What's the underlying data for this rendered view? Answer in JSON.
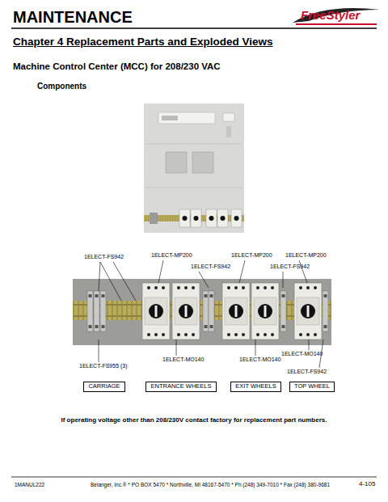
{
  "diagram": {
    "title": "MAINTENANCE",
    "caption": "If operating voltage other than 208/230V contact factory for replacement part numbers.",
    "nodes": [
      {
        "text": [
          "CARRIAGE"
        ]
      },
      {
        "text": [
          "ENTRANCE WHEELS"
        ]
      },
      {
        "text": [
          "EXIT WHEELS"
        ]
      },
      {
        "text": [
          "TOP WHEEL"
        ]
      }
    ],
    "edges": [],
    "labels": [
      "FreeStyler",
      "Chapter 4 Replacement Parts and Exploded Views",
      "Machine Control Center (MCC) for 208/230 VAC",
      "Components",
      "1ELECT-FS942",
      "1ELECT-MP200",
      "1ELECT-FS942",
      "1ELECT-MP200",
      "1ELECT-FS942",
      "1ELECT-MP200",
      "1ELECT-FS955 (3)",
      "1ELECT-MO140",
      "1ELECT-MO140",
      "1ELECT-MO140",
      "1ELECT-FS942",
      "1MANUL222",
      "Belanger, Inc.® * PO BOX 5470 * Northville, MI 48167-5470 * Ph (248) 349-7010 * Fax (248) 380-9681",
      "4-105"
    ]
  }
}
